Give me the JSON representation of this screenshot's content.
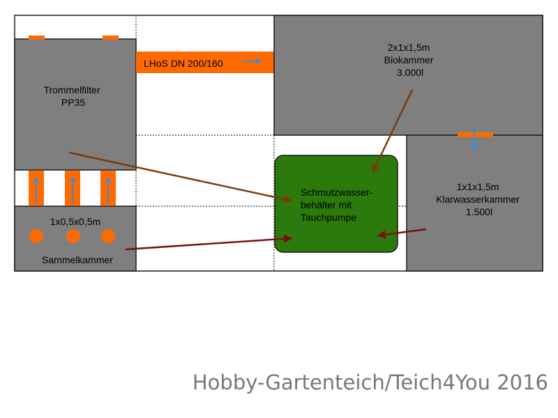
{
  "colors": {
    "chamber_gray": "#7f7f7f",
    "border": "#1a1a1a",
    "pipe_orange": "#ff6a00",
    "flow_blue": "#2f8fe6",
    "tank_green": "#2b7a0b",
    "arrow_brown": "#7a3a0c",
    "arrow_darkred": "#7a0f0f",
    "credit_gray": "#777777"
  },
  "labels": {
    "drum_filter": [
      "Trommelfilter",
      "PP35"
    ],
    "pipe": "LHoS DN 200/160",
    "bio_chamber": [
      "2x1x1,5m",
      "Biokammer",
      "3.000l"
    ],
    "collection_chamber_size": "1x0,5x0,5m",
    "collection_chamber_name": "Sammelkammer",
    "dirty_water_tank": [
      "Schmutzwasser-",
      "behälter mit",
      "Tauchpumpe"
    ],
    "clear_water_chamber": [
      "1x1x1,5m",
      "Klarwasserkammer",
      "1.500l"
    ]
  },
  "credit": "Hobby-Gartenteich/Teich4You 2016"
}
